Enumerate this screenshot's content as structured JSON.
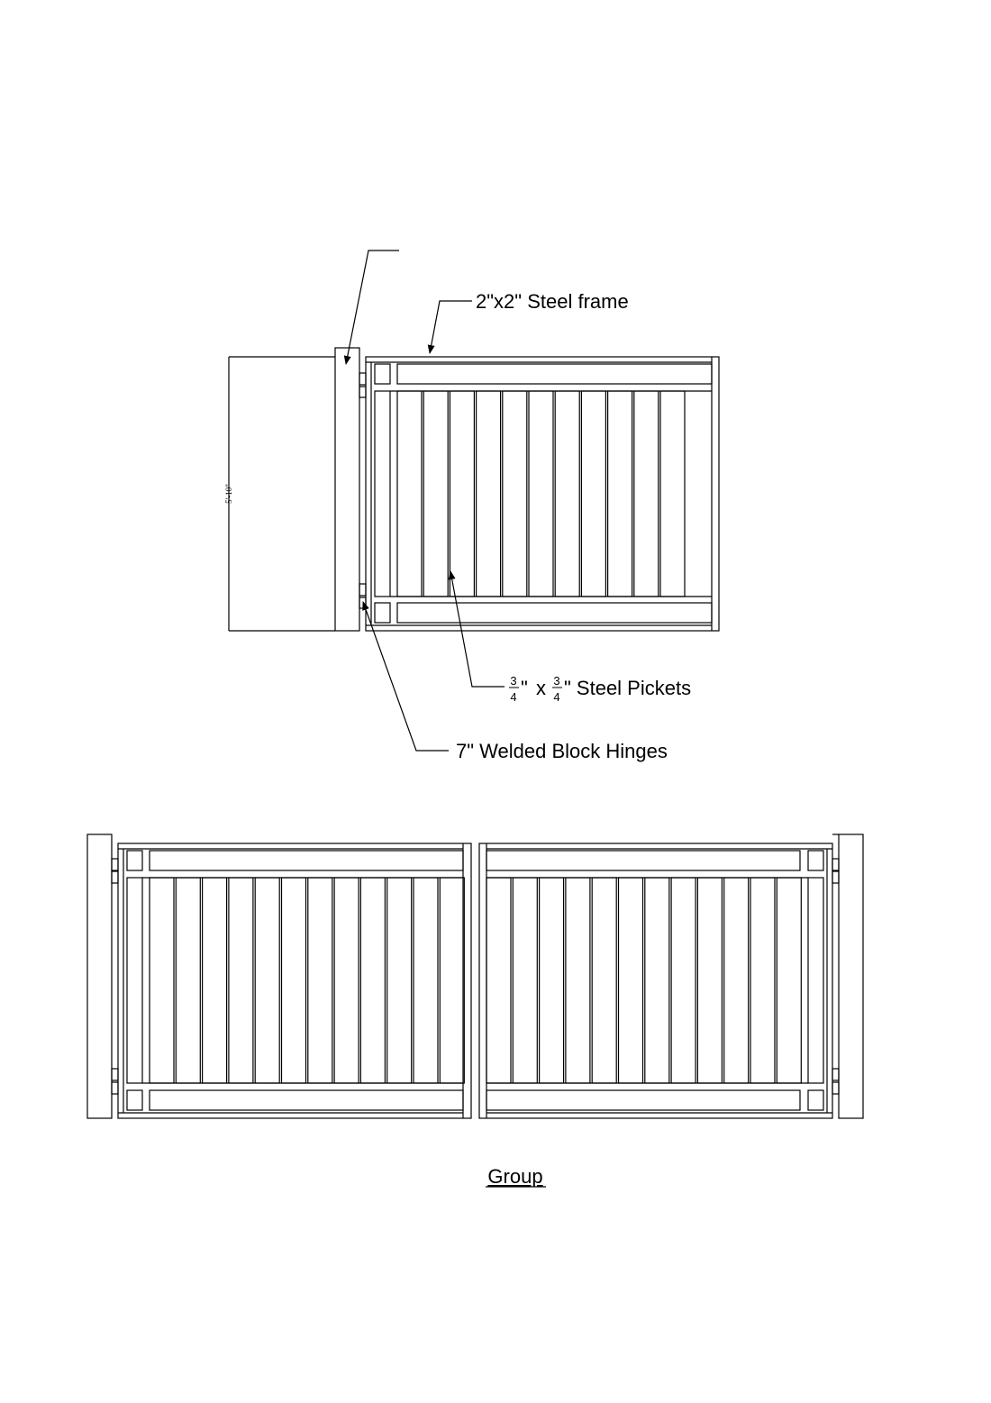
{
  "labels": {
    "frame": "2\"x2\" Steel frame",
    "pickets_num_a": "3",
    "pickets_den_a": "4",
    "pickets_q1": "\"",
    "pickets_x": "x",
    "pickets_num_b": "3",
    "pickets_den_b": "4",
    "pickets_rest": "\" Steel Pickets",
    "hinges": "7\"  Welded Block Hinges",
    "dimension": "5'-10\"",
    "group": "Group"
  },
  "gate": {
    "single_picket_count": 11,
    "double_leaf_picket_count": 12
  }
}
